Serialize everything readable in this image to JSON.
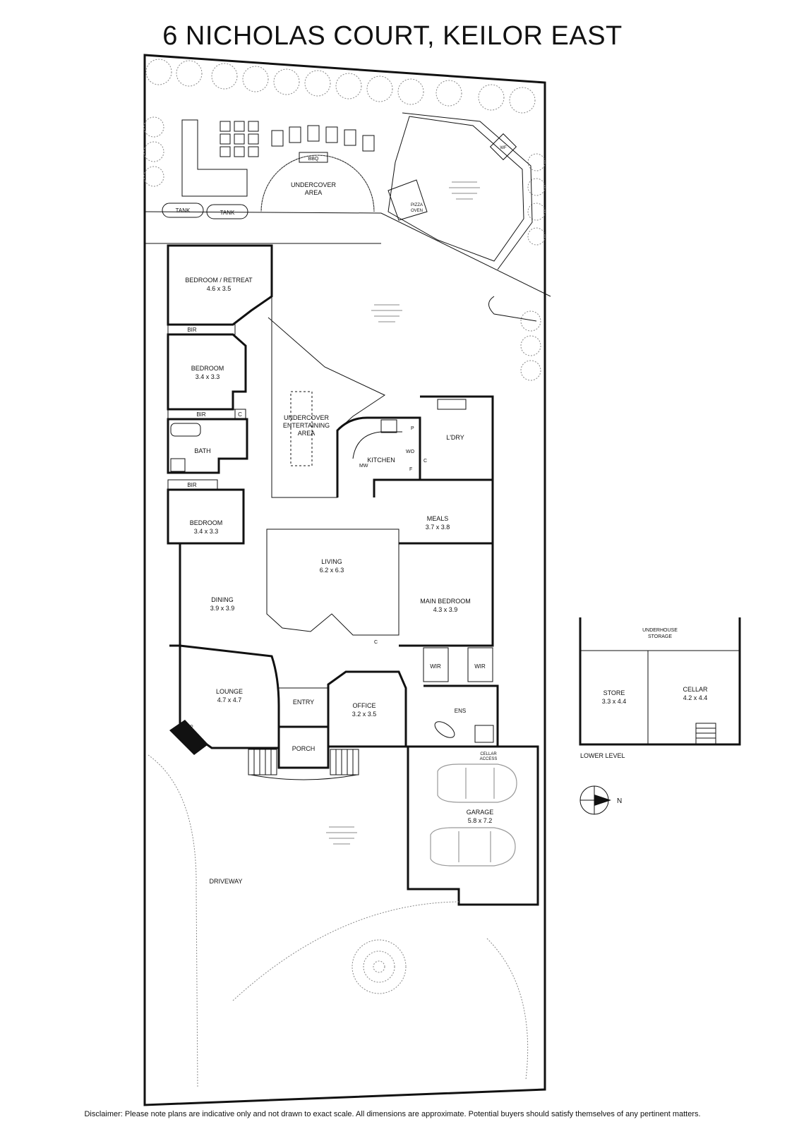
{
  "title": "6 NICHOLAS COURT, KEILOR EAST",
  "disclaimer": "Disclaimer: Please note plans are indicative only and not drawn to exact scale. All dimensions are approximate. Potential buyers should satisfy themselves of any pertinent matters.",
  "rooms": {
    "bedroom_retreat": {
      "name": "BEDROOM / RETREAT",
      "size": "4.6 x 3.5"
    },
    "bedroom_2": {
      "name": "BEDROOM",
      "size": "3.4 x 3.3"
    },
    "bedroom_3": {
      "name": "BEDROOM",
      "size": "3.4 x 3.3"
    },
    "living": {
      "name": "LIVING",
      "size": "6.2 x 6.3"
    },
    "dining": {
      "name": "DINING",
      "size": "3.9 x 3.9"
    },
    "lounge": {
      "name": "LOUNGE",
      "size": "4.7 x 4.7"
    },
    "meals": {
      "name": "MEALS",
      "size": "3.7 x 3.8"
    },
    "main_bedroom": {
      "name": "MAIN BEDROOM",
      "size": "4.3 x 3.9"
    },
    "office": {
      "name": "OFFICE",
      "size": "3.2 x 3.5"
    },
    "garage": {
      "name": "GARAGE",
      "size": "5.8 x 7.2"
    },
    "store": {
      "name": "STORE",
      "size": "3.3 x 4.4"
    },
    "cellar": {
      "name": "CELLAR",
      "size": "4.2 x 4.4"
    }
  },
  "labels": {
    "undercover_area": [
      "UNDERCOVER",
      "AREA"
    ],
    "undercover_entertaining": [
      "UNDERCOVER",
      "ENTERTAINING",
      "AREA"
    ],
    "bbq": "BBQ",
    "pizza_oven": [
      "PIZZA",
      "OVEN"
    ],
    "wf": "WF",
    "tank": "TANK",
    "kitchen": "KITCHEN",
    "ldry": "L'DRY",
    "bath": "BATH",
    "bir": "BIR",
    "c": "C",
    "p": "P",
    "wo": "WO",
    "f": "F",
    "mw": "MW",
    "entry": "ENTRY",
    "porch": "PORCH",
    "wir": "WIR",
    "ens": "ENS",
    "fp": "FP",
    "cellar_access": [
      "CELLAR",
      "ACCESS"
    ],
    "driveway": "DRIVEWAY",
    "underhouse_storage": [
      "UNDERHOUSE",
      "STORAGE"
    ],
    "lower_level": "LOWER LEVEL",
    "north": "N"
  }
}
